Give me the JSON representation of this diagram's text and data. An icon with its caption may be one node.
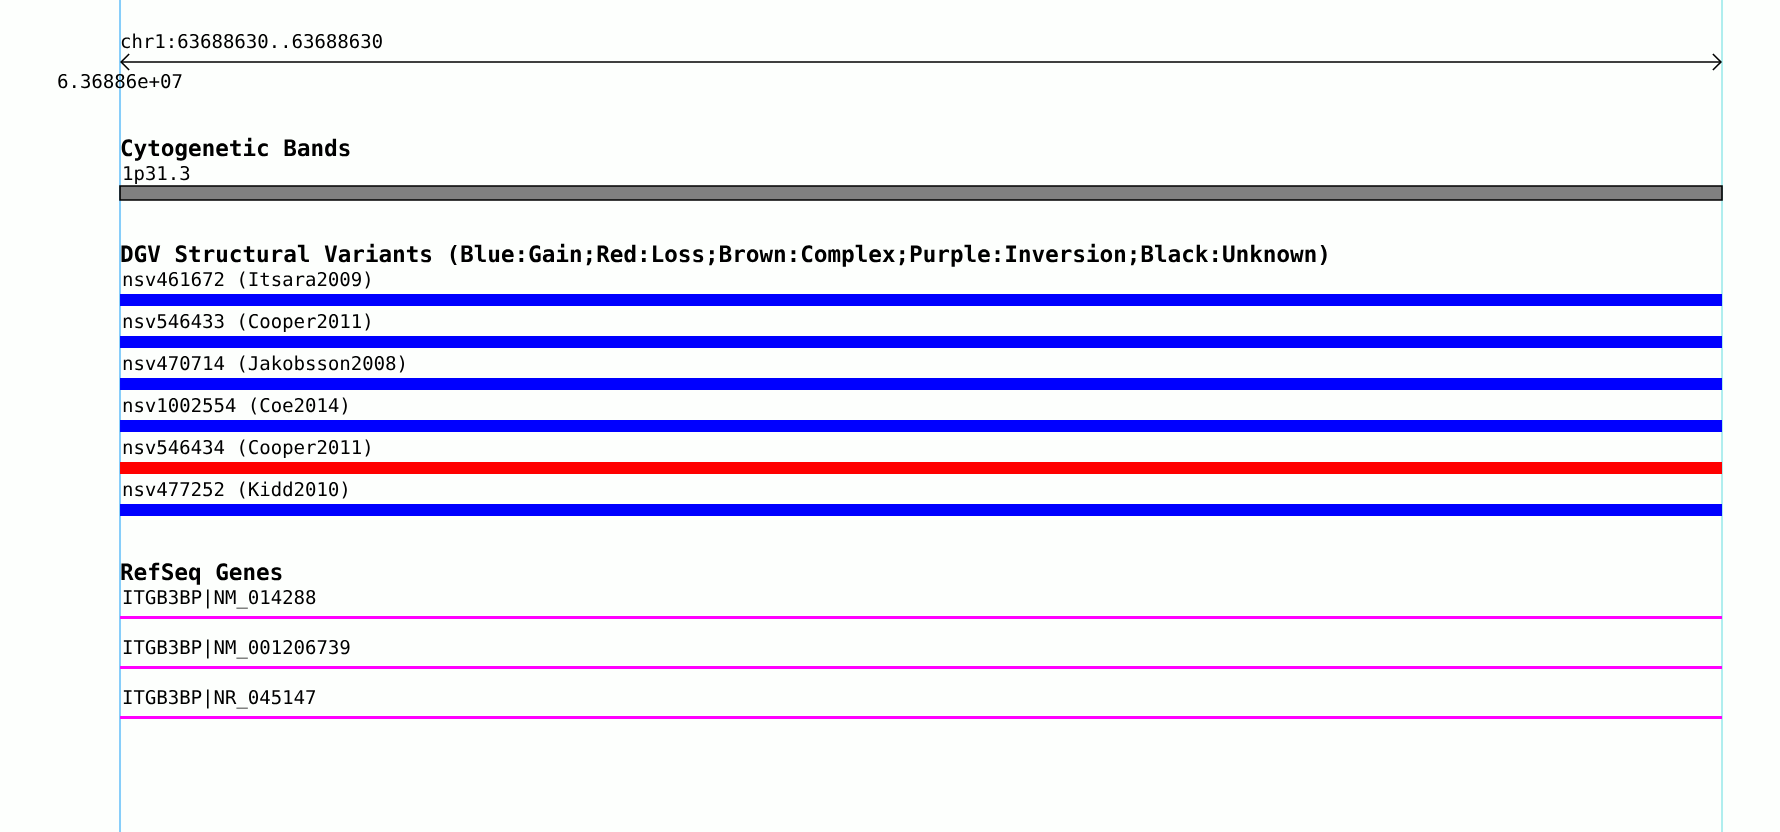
{
  "diagram": {
    "nodes": [
      {
        "text": [
          "1p31.3"
        ]
      },
      {
        "text": [
          "nsv461672 (Itsara2009)"
        ]
      },
      {
        "text": [
          "nsv546433 (Cooper2011)"
        ]
      },
      {
        "text": [
          "nsv470714 (Jakobsson2008)"
        ]
      },
      {
        "text": [
          "nsv1002554 (Coe2014)"
        ]
      },
      {
        "text": [
          "nsv546434 (Cooper2011)"
        ]
      },
      {
        "text": [
          "nsv477252 (Kidd2010)"
        ]
      },
      {
        "text": [
          "ITGB3BP|NM_014288"
        ]
      },
      {
        "text": [
          "ITGB3BP|NM_001206739"
        ]
      },
      {
        "text": [
          "ITGB3BP|NR_045147"
        ]
      }
    ],
    "labels": [
      "chr1:63688630..63688630",
      "6.36886e+07",
      "Cytogenetic Bands",
      "DGV Structural Variants (Blue:Gain;Red:Loss;Brown:Complex;Purple:Inversion;Black:Unknown)",
      "RefSeq Genes"
    ]
  }
}
